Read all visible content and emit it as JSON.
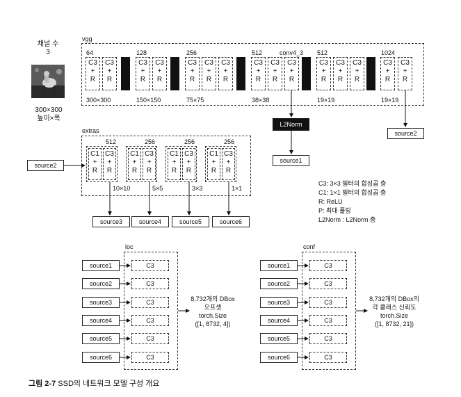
{
  "input": {
    "channels_label": "채널 수",
    "channels_value": "3",
    "size_label": "300×300",
    "size_sub": "높이×폭"
  },
  "vgg": {
    "title": "vgg",
    "channels": [
      "64",
      "128",
      "256",
      "512",
      "512",
      "1024"
    ],
    "conv4_3": "conv4_3",
    "sizes": [
      "300×300",
      "150×150",
      "75×75",
      "38×38",
      "19×19",
      "19×19"
    ],
    "cell_top": "C3",
    "cell_mid": "+",
    "cell_bot": "R",
    "l2norm": "L2Norm",
    "source1": "source1",
    "source2": "source2"
  },
  "extras": {
    "title": "extras",
    "input_label": "source2",
    "channels": [
      "512",
      "256",
      "256",
      "256"
    ],
    "c1": "C1",
    "c3": "C3",
    "plus": "+",
    "r": "R",
    "sizes": [
      "10×10",
      "5×5",
      "3×3",
      "1×1"
    ],
    "outputs": [
      "source3",
      "source4",
      "source5",
      "source6"
    ]
  },
  "legend": [
    "C3: 3×3 필터의 합성곱 층",
    "C1: 1×1 필터의 합성곱 층",
    "R: ReLU",
    "P: 최대 풀링",
    "L2Norm : L2Norm 층"
  ],
  "loc": {
    "title": "loc",
    "sources": [
      "source1",
      "source2",
      "source3",
      "source4",
      "source5",
      "source6"
    ],
    "layer": "C3",
    "output": [
      "8,732개의 DBox",
      "오프셋",
      "torch.Size",
      "([1, 8732, 4])"
    ]
  },
  "conf": {
    "title": "conf",
    "sources": [
      "source1",
      "source2",
      "source3",
      "source4",
      "source5",
      "source6"
    ],
    "layer": "C3",
    "output": [
      "8,732개의 DBox의",
      "각 클래스 신뢰도",
      "torch.Size",
      "([1, 8732, 21])"
    ]
  },
  "caption": {
    "label": "그림 2-7",
    "text": "SSD의 네트워크 모델 구성 개요"
  }
}
